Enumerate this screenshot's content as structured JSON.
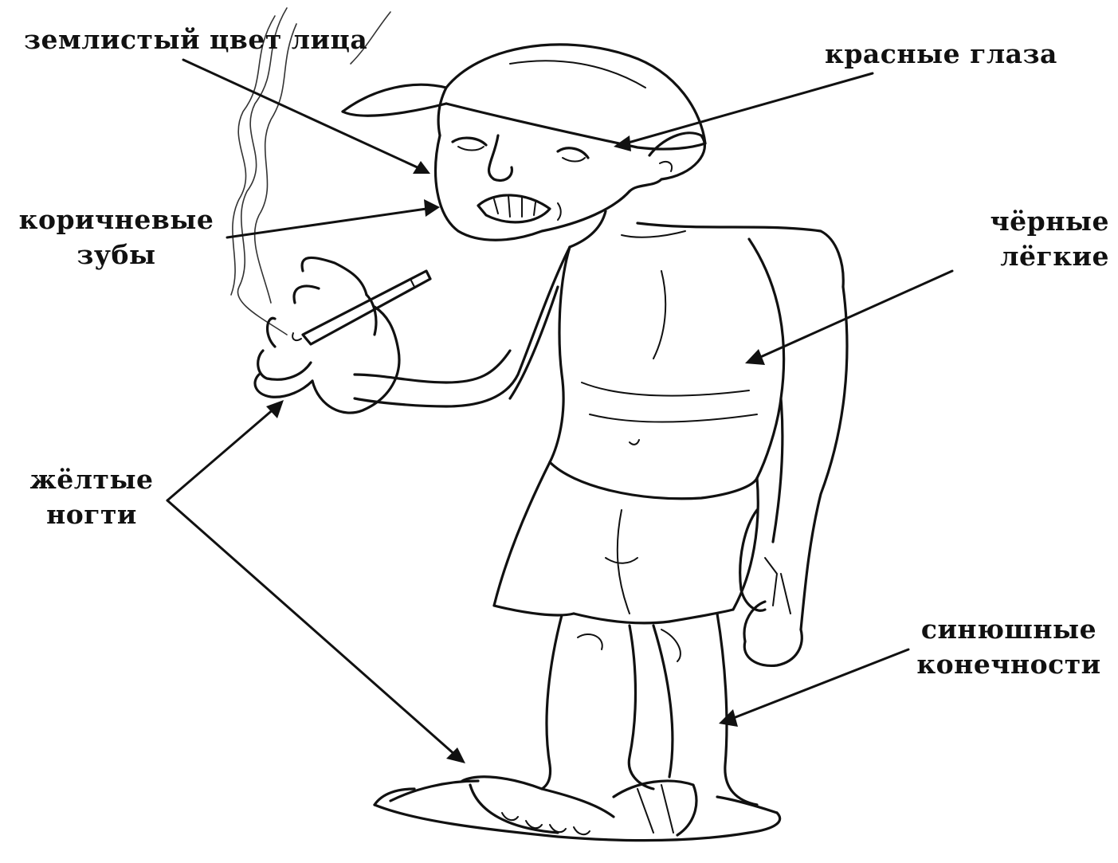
{
  "labels": {
    "face": {
      "line1": "землистый цвет лица"
    },
    "eyes": {
      "line1": "красные глаза"
    },
    "teeth": {
      "line1": "коричневые",
      "line2": "зубы"
    },
    "lungs": {
      "line1": "чёрные",
      "line2": "лёгкие"
    },
    "nails": {
      "line1": "жёлтые",
      "line2": "ногти"
    },
    "limbs": {
      "line1": "синюшные",
      "line2": "конечности"
    }
  },
  "colors": {
    "ink": "#111111",
    "background": "#ffffff"
  }
}
